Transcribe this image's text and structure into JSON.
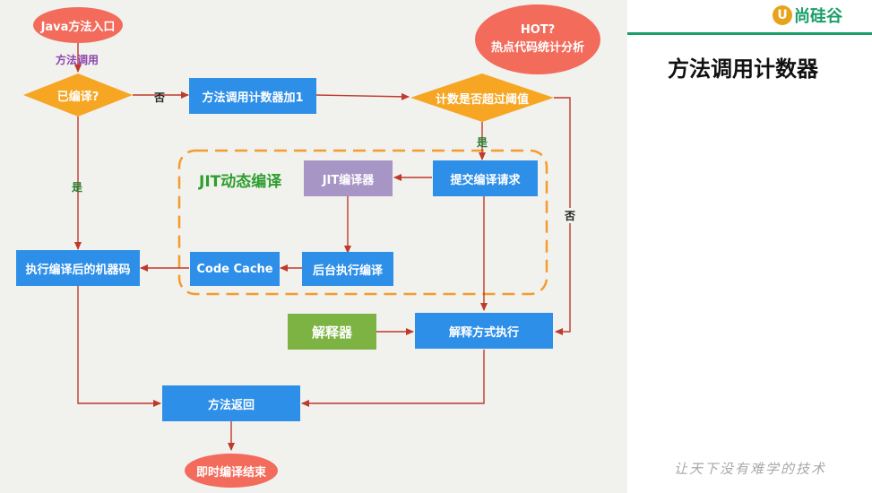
{
  "brand": {
    "name": "尚硅谷",
    "logo_glyph": "U"
  },
  "page_title": "方法调用计数器",
  "slogan": "让天下没有难学的技术",
  "diagram": {
    "nodes": {
      "start": "Java方法入口",
      "hot": "HOT?\n热点代码统计分析",
      "compiled": "已编译?",
      "counter_inc": "方法调用计数器加1",
      "threshold": "计数是否超过阈值",
      "submit": "提交编译请求",
      "jit_compiler": "JIT编译器",
      "bg_compile": "后台执行编译",
      "code_cache": "Code Cache",
      "exec_compiled": "执行编译后的机器码",
      "interpreter": "解释器",
      "interp_exec": "解释方式执行",
      "method_return": "方法返回",
      "end": "即时编译结束"
    },
    "group_title": "JIT动态编译",
    "edge_labels": {
      "call": "方法调用",
      "no_1": "否",
      "yes_1": "是",
      "yes_2": "是",
      "no_2": "否"
    },
    "colors": {
      "process": "#2e8fe8",
      "decision": "#f6a623",
      "terminal": "#f26b5b",
      "jit": "#a795c6",
      "interpreter": "#7cb342",
      "group_border": "#f39c2d",
      "edge": "#c0392b",
      "brand": "#1a9e6a"
    }
  }
}
